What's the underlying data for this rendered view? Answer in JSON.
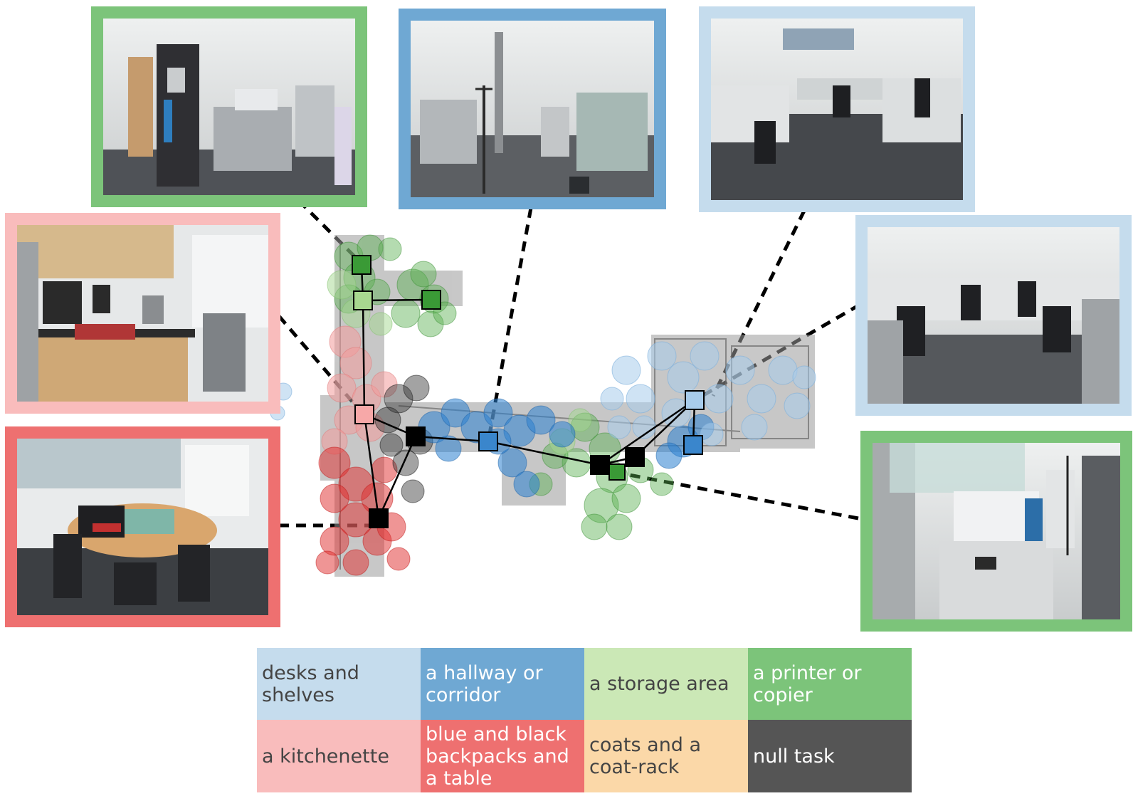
{
  "colors": {
    "desks": "#c5dced",
    "hallway": "#6fa8d3",
    "storage": "#cbe8b6",
    "printer": "#7cc47a",
    "kitchen": "#f9bcbc",
    "backpacks": "#ee7070",
    "coats": "#fbd8a8",
    "null": "#555555",
    "dark_text": "#444444",
    "light_text": "#ffffff"
  },
  "photos": [
    {
      "id": "photo-printer-robot",
      "color": "printer",
      "icon": "robot-near-printer-photo"
    },
    {
      "id": "photo-hallway",
      "color": "hallway",
      "icon": "hallway-coat-rack-photo"
    },
    {
      "id": "photo-desks-top",
      "color": "desks",
      "icon": "cubicle-desks-photo"
    },
    {
      "id": "photo-desks-right",
      "color": "desks",
      "icon": "cubicle-desks-photo"
    },
    {
      "id": "photo-kitchenette",
      "color": "kitchen",
      "icon": "kitchenette-sink-photo"
    },
    {
      "id": "photo-meeting-table",
      "color": "backpacks",
      "icon": "table-backpacks-photo"
    },
    {
      "id": "photo-copier",
      "color": "printer",
      "icon": "copier-photo"
    }
  ],
  "legend": [
    {
      "label": "desks and\nshelves",
      "color": "desks",
      "text": "dark_text"
    },
    {
      "label": "a hallway or\ncorridor",
      "color": "hallway",
      "text": "light_text"
    },
    {
      "label": "a storage area",
      "color": "storage",
      "text": "dark_text"
    },
    {
      "label": "a printer or\ncopier",
      "color": "printer",
      "text": "light_text"
    },
    {
      "label": "a kitchenette",
      "color": "kitchen",
      "text": "dark_text"
    },
    {
      "label": "blue and black\nbackpacks and\na table",
      "color": "backpacks",
      "text": "light_text"
    },
    {
      "label": "coats and a\ncoat-rack",
      "color": "coats",
      "text": "dark_text"
    },
    {
      "label": "null task",
      "color": "null",
      "text": "light_text"
    }
  ]
}
